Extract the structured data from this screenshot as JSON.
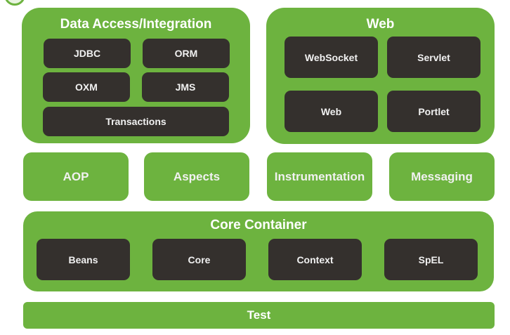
{
  "colors": {
    "module_green": "#6db33f",
    "component_dark": "#34302d",
    "text_light": "#f1f1f1"
  },
  "logo": {
    "icon": "spring-logo-icon"
  },
  "data_access": {
    "title": "Data Access/Integration",
    "items": [
      "JDBC",
      "ORM",
      "OXM",
      "JMS",
      "Transactions"
    ]
  },
  "web": {
    "title": "Web",
    "items": [
      "WebSocket",
      "Servlet",
      "Web",
      "Portlet"
    ]
  },
  "middle": [
    "AOP",
    "Aspects",
    "Instrumentation",
    "Messaging"
  ],
  "core_container": {
    "title": "Core Container",
    "items": [
      "Beans",
      "Core",
      "Context",
      "SpEL"
    ]
  },
  "test": {
    "title": "Test"
  }
}
